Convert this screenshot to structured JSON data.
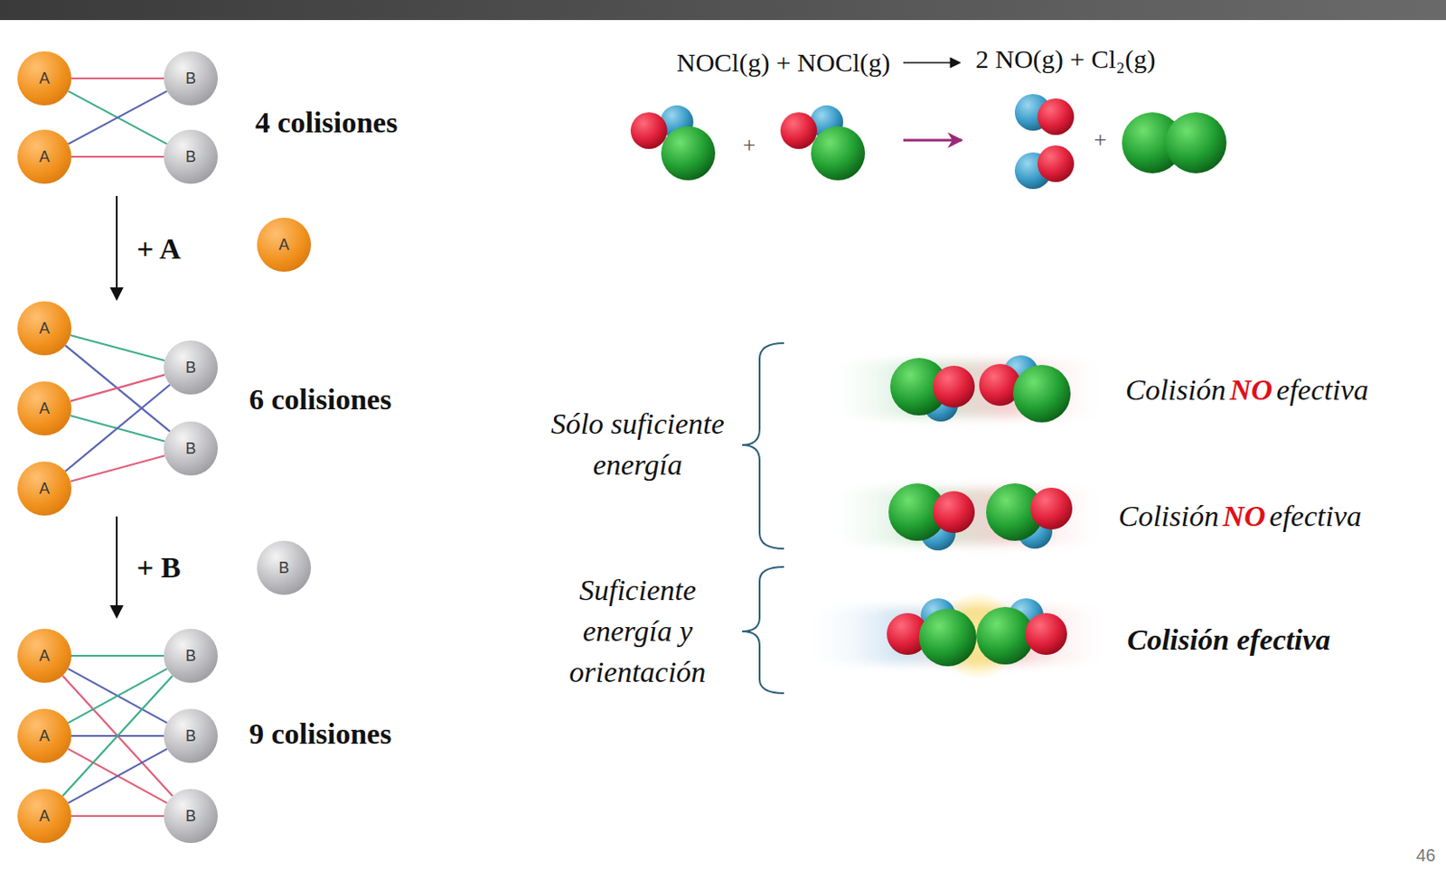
{
  "diagram": {
    "nodes": [
      {
        "text": [
          "A"
        ]
      },
      {
        "text": [
          "A"
        ]
      },
      {
        "text": [
          "B"
        ]
      },
      {
        "text": [
          "B"
        ]
      },
      {
        "text": [
          "A"
        ]
      },
      {
        "text": [
          "A"
        ]
      },
      {
        "text": [
          "A"
        ]
      },
      {
        "text": [
          "A"
        ]
      },
      {
        "text": [
          "B"
        ]
      },
      {
        "text": [
          "B"
        ]
      },
      {
        "text": [
          "B"
        ]
      },
      {
        "text": [
          "A"
        ]
      },
      {
        "text": [
          "A"
        ]
      },
      {
        "text": [
          "A"
        ]
      },
      {
        "text": [
          "B"
        ]
      },
      {
        "text": [
          "B"
        ]
      },
      {
        "text": [
          "B"
        ]
      }
    ],
    "edges": [
      {
        "from": 0,
        "to": 2,
        "arrow": "none"
      },
      {
        "from": 0,
        "to": 3,
        "arrow": "none"
      },
      {
        "from": 1,
        "to": 2,
        "arrow": "none"
      },
      {
        "from": 1,
        "to": 3,
        "arrow": "none"
      },
      {
        "from": 5,
        "to": 8,
        "arrow": "none"
      },
      {
        "from": 5,
        "to": 9,
        "arrow": "none"
      },
      {
        "from": 6,
        "to": 8,
        "arrow": "none"
      },
      {
        "from": 6,
        "to": 9,
        "arrow": "none"
      },
      {
        "from": 7,
        "to": 8,
        "arrow": "none"
      },
      {
        "from": 7,
        "to": 9,
        "arrow": "none"
      },
      {
        "from": 11,
        "to": 14,
        "arrow": "none"
      },
      {
        "from": 11,
        "to": 15,
        "arrow": "none"
      },
      {
        "from": 11,
        "to": 16,
        "arrow": "none"
      },
      {
        "from": 12,
        "to": 14,
        "arrow": "none"
      },
      {
        "from": 12,
        "to": 15,
        "arrow": "none"
      },
      {
        "from": 12,
        "to": 16,
        "arrow": "none"
      },
      {
        "from": 13,
        "to": 14,
        "arrow": "none"
      },
      {
        "from": 13,
        "to": 15,
        "arrow": "none"
      },
      {
        "from": 13,
        "to": 16,
        "arrow": "none"
      }
    ],
    "labels": [
      "4 colisiones",
      "+ A",
      "6 colisiones",
      "+ B",
      "9 colisiones",
      "NOCl(g) + NOCl(g)",
      "2 NO(g) + Cl₂(g)",
      "+",
      "+",
      "Sólo suficiente energía",
      "Suficiente energía y orientación",
      "Colisión",
      "NO",
      "efectiva",
      "Colisión",
      "NO",
      "efectiva",
      "Colisión efectiva",
      "46"
    ]
  }
}
